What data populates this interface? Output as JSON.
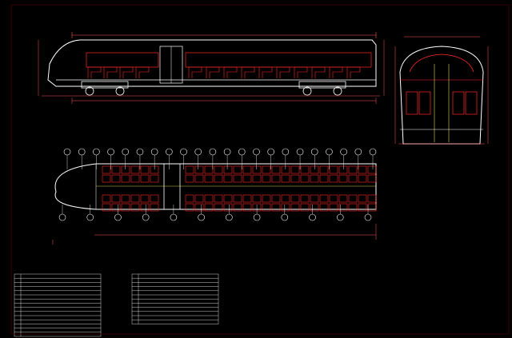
{
  "drawing": {
    "background": "#000000",
    "line_color": "#ff2a2a",
    "dim_color": "#ff5555",
    "outline_color": "#ffffff",
    "accent_color": "#ffff66",
    "views": [
      {
        "name": "side-elevation",
        "label": ""
      },
      {
        "name": "cross-section",
        "label": ""
      },
      {
        "name": "plan-view",
        "label": ""
      }
    ],
    "callouts_top": [
      "",
      "",
      "",
      "",
      "",
      "",
      "",
      "",
      "",
      "",
      "",
      "",
      "",
      "",
      "",
      "",
      "",
      "",
      "",
      "",
      "",
      ""
    ],
    "callouts_bottom": [
      "",
      "",
      "",
      "",
      "",
      "",
      "",
      "",
      "",
      "",
      "",
      ""
    ],
    "legend_left_rows": 15,
    "legend_right_rows": 12
  }
}
